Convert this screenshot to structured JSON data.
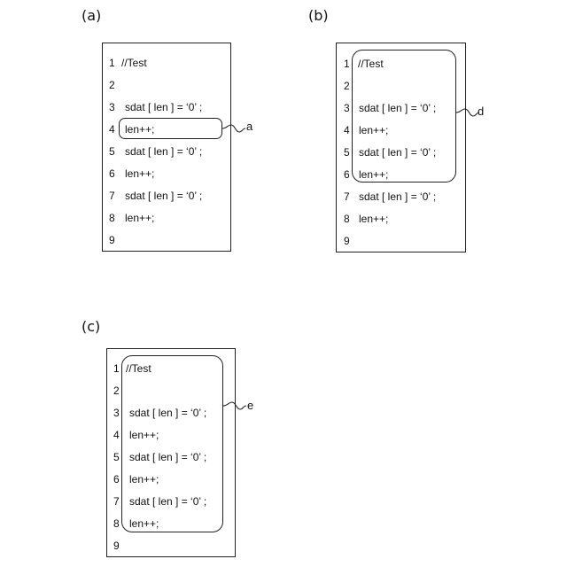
{
  "panels": [
    {
      "label": "(a)",
      "lines": [
        {
          "num": "1",
          "code": "//Test"
        },
        {
          "num": "2",
          "code": ""
        },
        {
          "num": "3",
          "code": "sdat [ len ] = ‘0’ ;"
        },
        {
          "num": "4",
          "code": "len++;"
        },
        {
          "num": "5",
          "code": "sdat [ len ] = ‘0’ ;"
        },
        {
          "num": "6",
          "code": "len++;"
        },
        {
          "num": "7",
          "code": "sdat [ len ] = ‘0’ ;"
        },
        {
          "num": "8",
          "code": "len++;"
        },
        {
          "num": "9",
          "code": ""
        }
      ],
      "callout": "a"
    },
    {
      "label": "(b)",
      "lines": [
        {
          "num": "1",
          "code": "//Test"
        },
        {
          "num": "2",
          "code": ""
        },
        {
          "num": "3",
          "code": "sdat [ len ] = ‘0’ ;"
        },
        {
          "num": "4",
          "code": "len++;"
        },
        {
          "num": "5",
          "code": "sdat [ len ] = ‘0’ ;"
        },
        {
          "num": "6",
          "code": "len++;"
        },
        {
          "num": "7",
          "code": "sdat [ len ] = ‘0’ ;"
        },
        {
          "num": "8",
          "code": "len++;"
        },
        {
          "num": "9",
          "code": ""
        }
      ],
      "callout": "d"
    },
    {
      "label": "(c)",
      "lines": [
        {
          "num": "1",
          "code": "//Test"
        },
        {
          "num": "2",
          "code": ""
        },
        {
          "num": "3",
          "code": "sdat [ len ] = ‘0’ ;"
        },
        {
          "num": "4",
          "code": "len++;"
        },
        {
          "num": "5",
          "code": "sdat [ len ] = ‘0’ ;"
        },
        {
          "num": "6",
          "code": "len++;"
        },
        {
          "num": "7",
          "code": "sdat [ len ] = ‘0’ ;"
        },
        {
          "num": "8",
          "code": "len++;"
        },
        {
          "num": "9",
          "code": ""
        }
      ],
      "callout": "e"
    }
  ]
}
